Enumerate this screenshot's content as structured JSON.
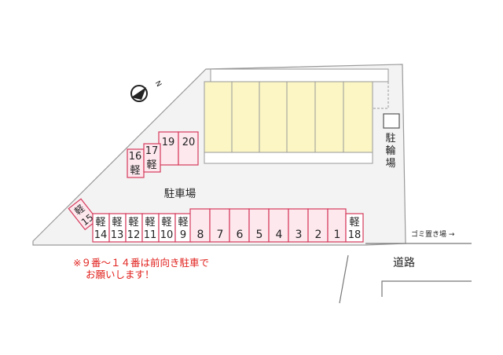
{
  "labels": {
    "parking": "駐車場",
    "bike_chars": [
      "駐",
      "輪",
      "場"
    ],
    "road": "道路",
    "garbage": "ゴミ置き場 →"
  },
  "note": {
    "line1": "※９番～１４番は前向き駐車で",
    "line2": "お願いします！"
  },
  "slots": {
    "s8": "8",
    "s7": "7",
    "s6": "6",
    "s5": "5",
    "s4": "4",
    "s3": "3",
    "s2": "2",
    "s1": "1",
    "s18_top": "軽",
    "s18_num": "18",
    "s9_top": "軽",
    "s9_num": "9",
    "s10_top": "軽",
    "s10_num": "10",
    "s11_top": "軽",
    "s11_num": "11",
    "s12_top": "軽",
    "s12_num": "12",
    "s13_top": "軽",
    "s13_num": "13",
    "s14_top": "軽",
    "s14_num": "14",
    "s15_top": "軽",
    "s15_num": "15",
    "s16_num": "16",
    "s16_bot": "軽",
    "s17_num": "17",
    "s17_bot": "軽",
    "s19": "19",
    "s20": "20"
  },
  "compass": {
    "letter": "N"
  },
  "colors": {
    "building": "#fbf6c4",
    "slot_fill": "#fde8ee",
    "slot_border": "#d53a5c",
    "lot": "#f3f3f3",
    "note_text": "#e0201c"
  }
}
